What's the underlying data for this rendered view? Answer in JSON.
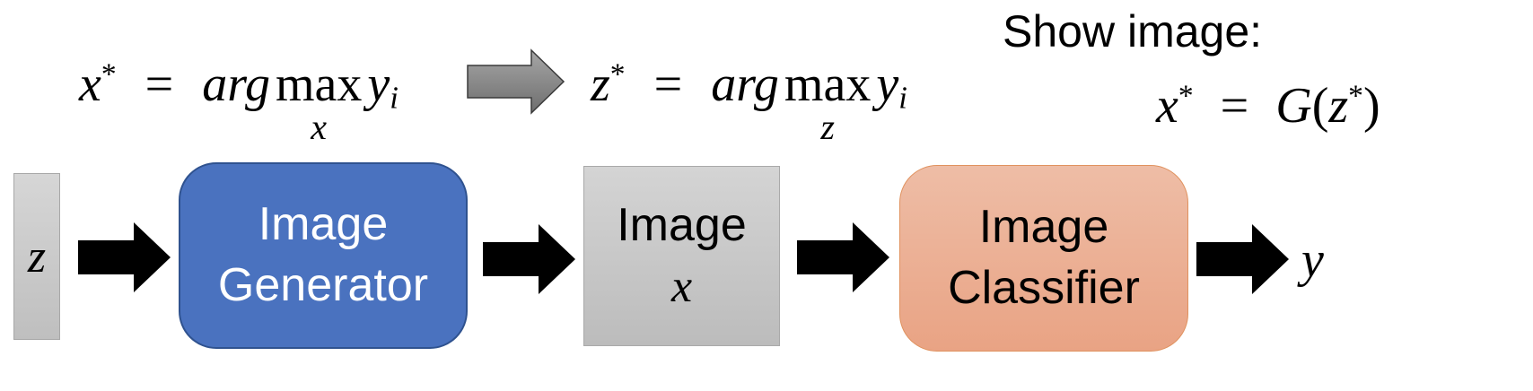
{
  "equations": {
    "left": {
      "lhs": "x",
      "sup": "*",
      "eq": "=",
      "argtext": "arg",
      "max": "max",
      "under": "x",
      "var": "y",
      "sub": "i"
    },
    "right": {
      "lhs": "z",
      "sup": "*",
      "eq": "=",
      "argtext": "arg",
      "max": "max",
      "under": "z",
      "var": "y",
      "sub": "i"
    }
  },
  "show_image": {
    "label": "Show image:",
    "lhs": "x",
    "sup": "*",
    "eq": "=",
    "func": "G",
    "open": "(",
    "arg": "z",
    "argsup": "*",
    "close": ")"
  },
  "blocks": {
    "z": {
      "label": "z"
    },
    "generator": {
      "line1": "Image",
      "line2": "Generator"
    },
    "image": {
      "line1": "Image",
      "line2": "x"
    },
    "classifier": {
      "line1": "Image",
      "line2": "Classifier"
    },
    "output": {
      "label": "y"
    }
  },
  "colors": {
    "generator": "#4A72BF",
    "image_top": "#D2D2D2",
    "image_bottom": "#BEBEBE",
    "classifier_top": "#EEBBA3",
    "classifier_bottom": "#E9A586",
    "z_bar": "#CCCCCC",
    "gray_arrow": "#8A8A8A"
  }
}
